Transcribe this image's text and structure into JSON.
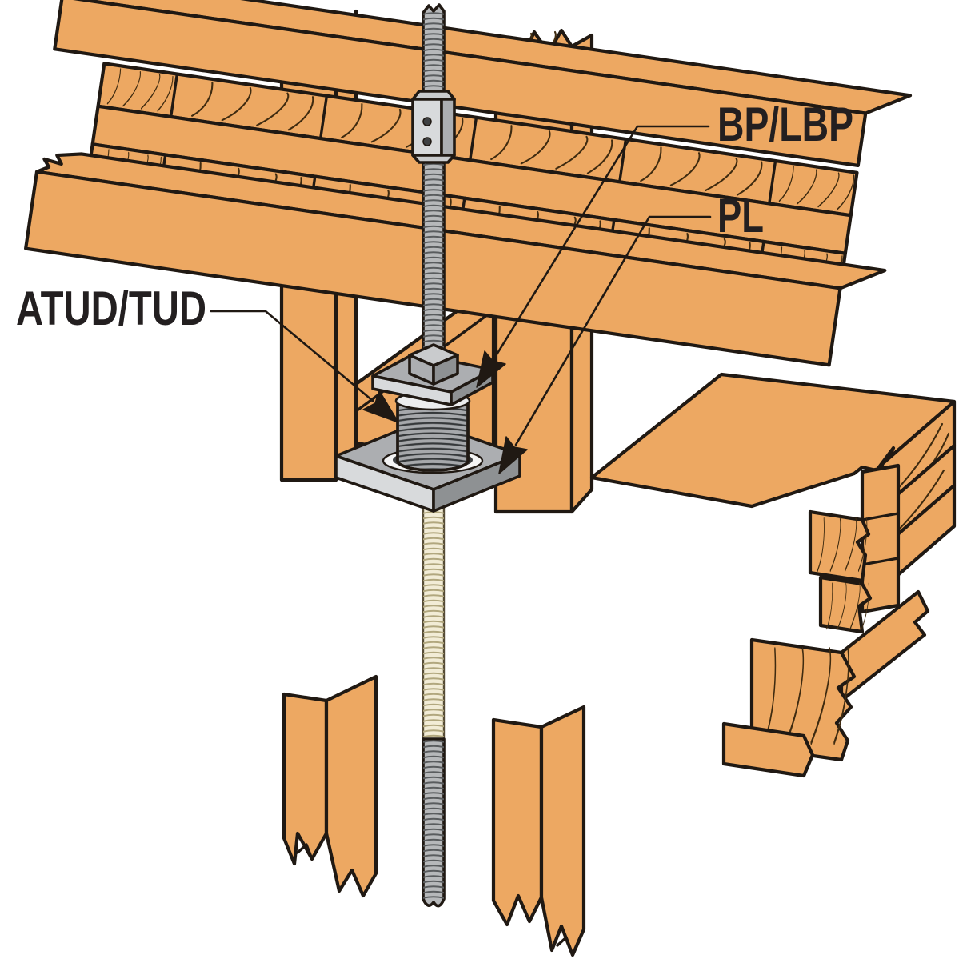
{
  "diagram": {
    "type": "construction-detail-illustration",
    "labels": {
      "atud": "ATUD/TUD",
      "bp": "BP/LBP",
      "pl": "PL"
    },
    "parts": {
      "atud": "coiled take-up device",
      "bp": "bearing plate under nut",
      "pl": "plate on wall top plates",
      "rod": "continuous threaded rod with coupler nut"
    },
    "colors": {
      "wood": "#EDA862",
      "outline": "#201913",
      "grain": "#3F2B10",
      "metal_top": "#C9CBCD",
      "metal_mid": "#ACAEB1",
      "metal_dark": "#8E9193",
      "metal_light": "#D8DADC",
      "coil": "#A6A8AB",
      "coil_line": "#35383A",
      "shadow": "#3E4042",
      "rod": "#B6B8BA",
      "rod_line": "#595C5E",
      "rod_hidden": "#F2ECD6",
      "rod_hidden_line": "#B1A77E",
      "label_text": "#231F20",
      "background": "#FFFFFF"
    }
  }
}
